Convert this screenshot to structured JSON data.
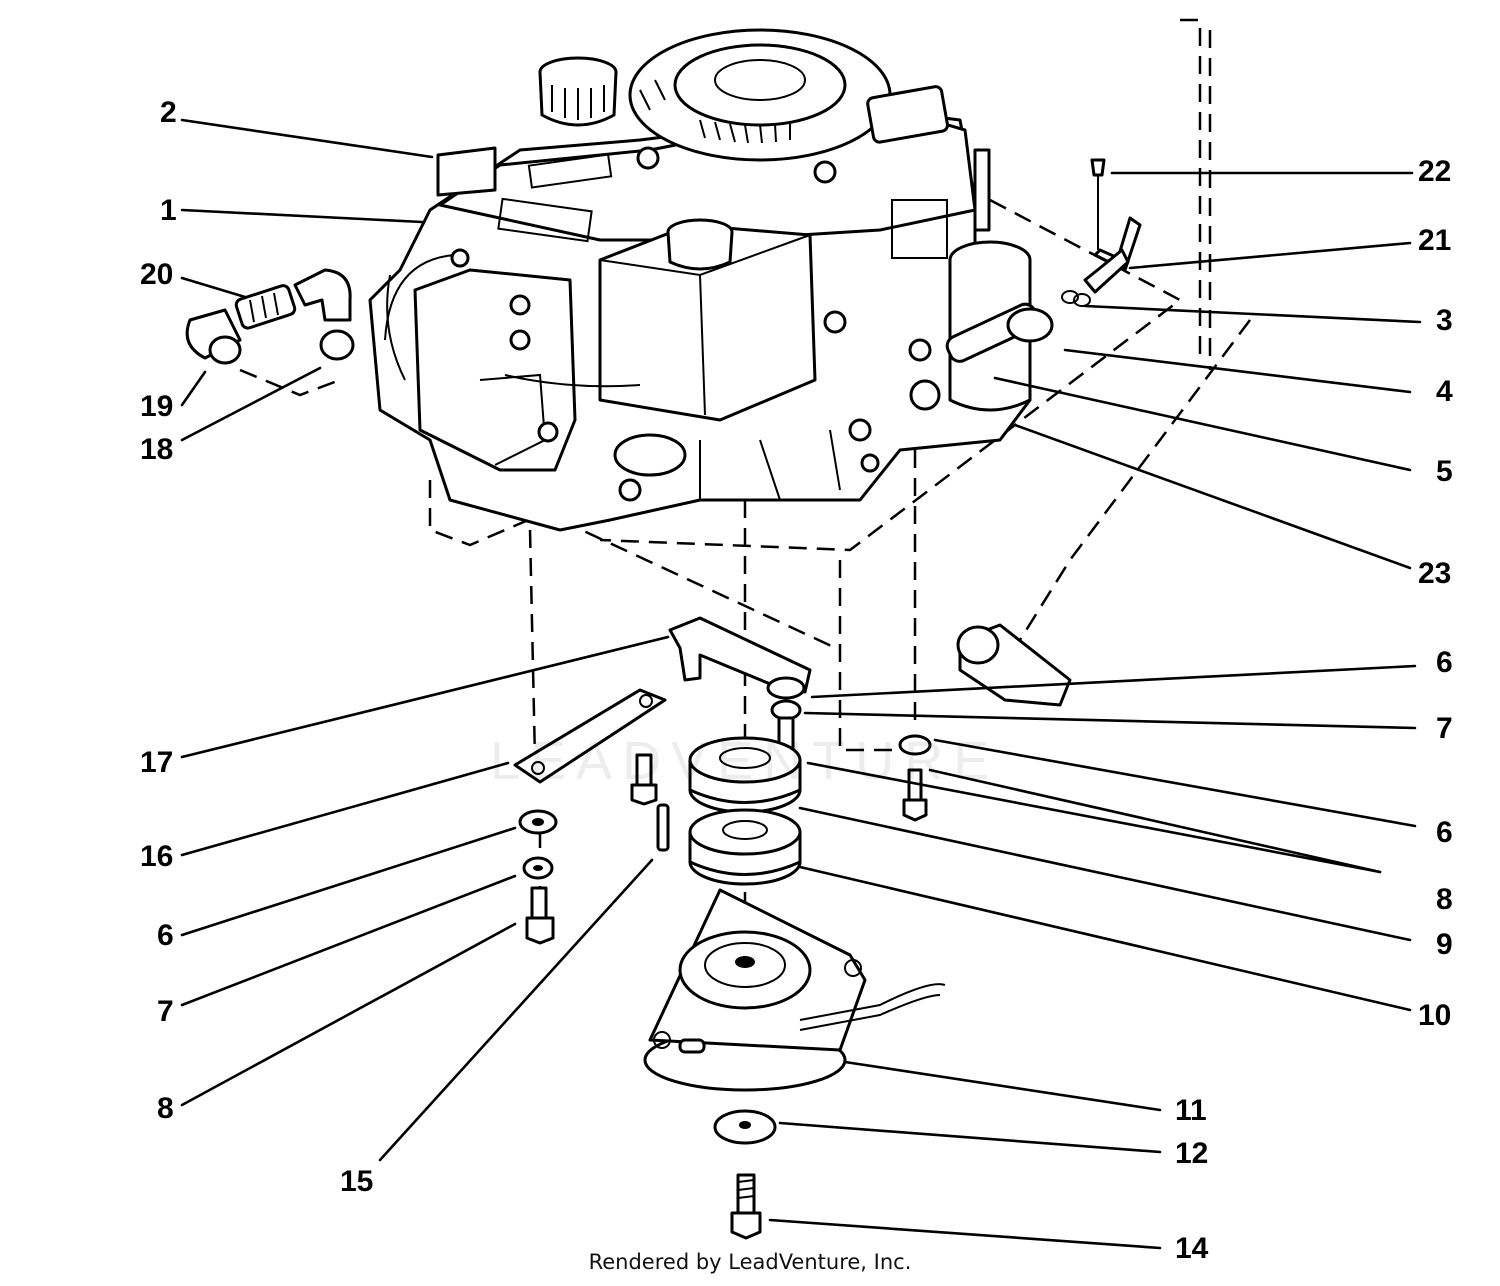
{
  "credit": "Rendered by LeadVenture, Inc.",
  "watermark": "LEADVENTURE",
  "callouts": {
    "c1": "1",
    "c2": "2",
    "c3": "3",
    "c4": "4",
    "c5": "5",
    "c6a": "6",
    "c6b": "6",
    "c6c": "6",
    "c7a": "7",
    "c7b": "7",
    "c8a": "8",
    "c8b": "8",
    "c9": "9",
    "c10": "10",
    "c11": "11",
    "c12": "12",
    "c14": "14",
    "c15": "15",
    "c16": "16",
    "c17": "17",
    "c18": "18",
    "c19": "19",
    "c20": "20",
    "c21": "21",
    "c22": "22",
    "c23": "23"
  },
  "colors": {
    "ink": "#000000",
    "paper": "#ffffff"
  }
}
